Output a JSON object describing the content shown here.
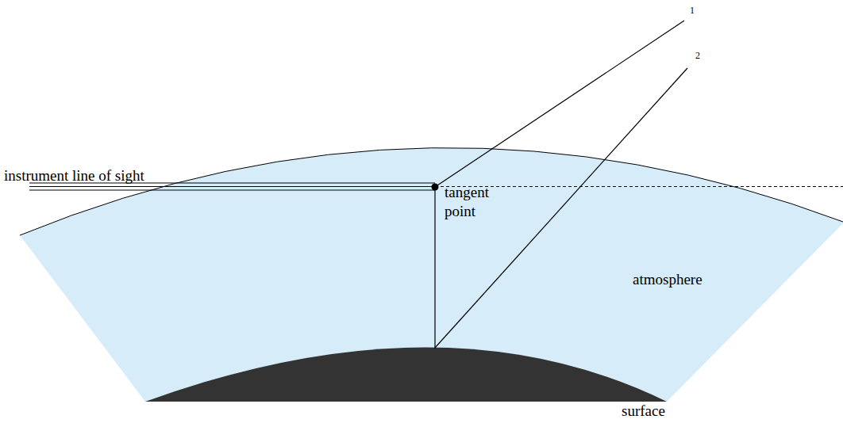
{
  "diagram": {
    "labels": [
      "instrument line of sight",
      "tangent point",
      "atmosphere",
      "surface",
      "1",
      "2"
    ]
  }
}
